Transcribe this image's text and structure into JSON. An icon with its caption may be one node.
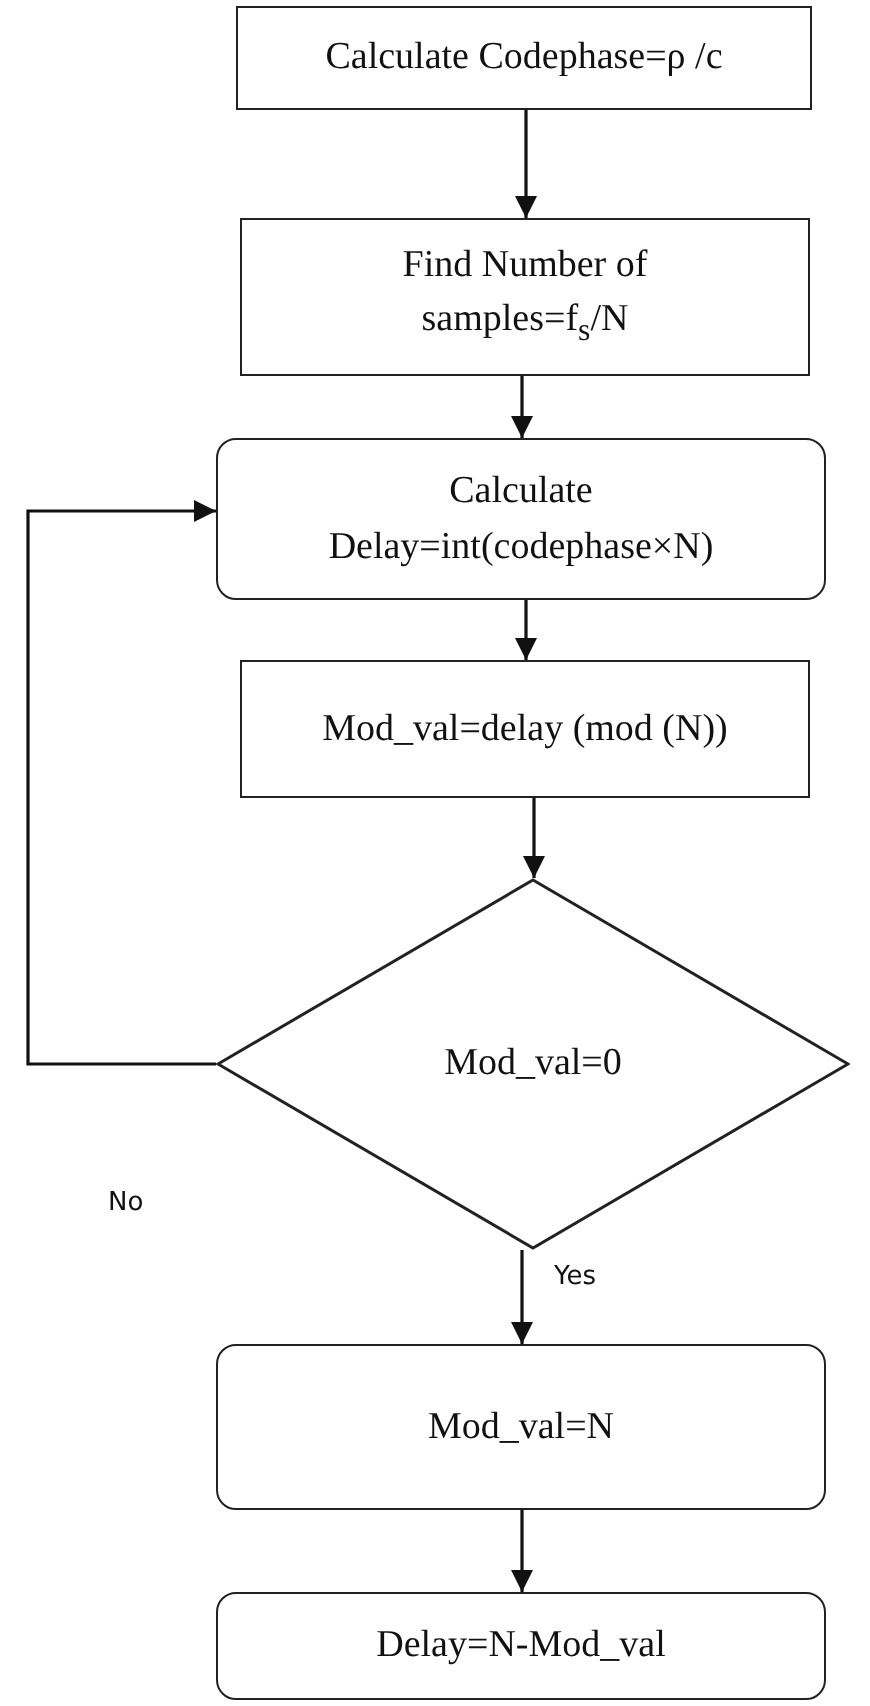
{
  "diagram": {
    "nodes": [
      {
        "text": [
          "Calculate Codephase=ρ /c"
        ]
      },
      {
        "text": [
          "Find Number of samples=f$_{s}$/N"
        ]
      },
      {
        "text": [
          "Calculate Delay=int(codephase×N)"
        ]
      },
      {
        "text": [
          "Mod_val=delay (mod (N))"
        ]
      },
      {
        "text": [
          "Mod_val=0"
        ]
      },
      {
        "text": [
          "Mod_val=N"
        ]
      },
      {
        "text": [
          "Delay=N-Mod_val"
        ]
      }
    ],
    "edges": [
      {
        "from": 0,
        "to": 1,
        "arrow": "to"
      },
      {
        "from": 1,
        "to": 2,
        "arrow": "to"
      },
      {
        "from": 2,
        "to": 3,
        "arrow": "to"
      },
      {
        "from": 3,
        "to": 4,
        "arrow": "to"
      },
      {
        "from": 4,
        "to": 5,
        "arrow": "to",
        "label": "Yes"
      },
      {
        "from": 4,
        "to": 2,
        "arrow": "to",
        "label": "No"
      },
      {
        "from": 5,
        "to": 6,
        "arrow": "to"
      }
    ]
  }
}
